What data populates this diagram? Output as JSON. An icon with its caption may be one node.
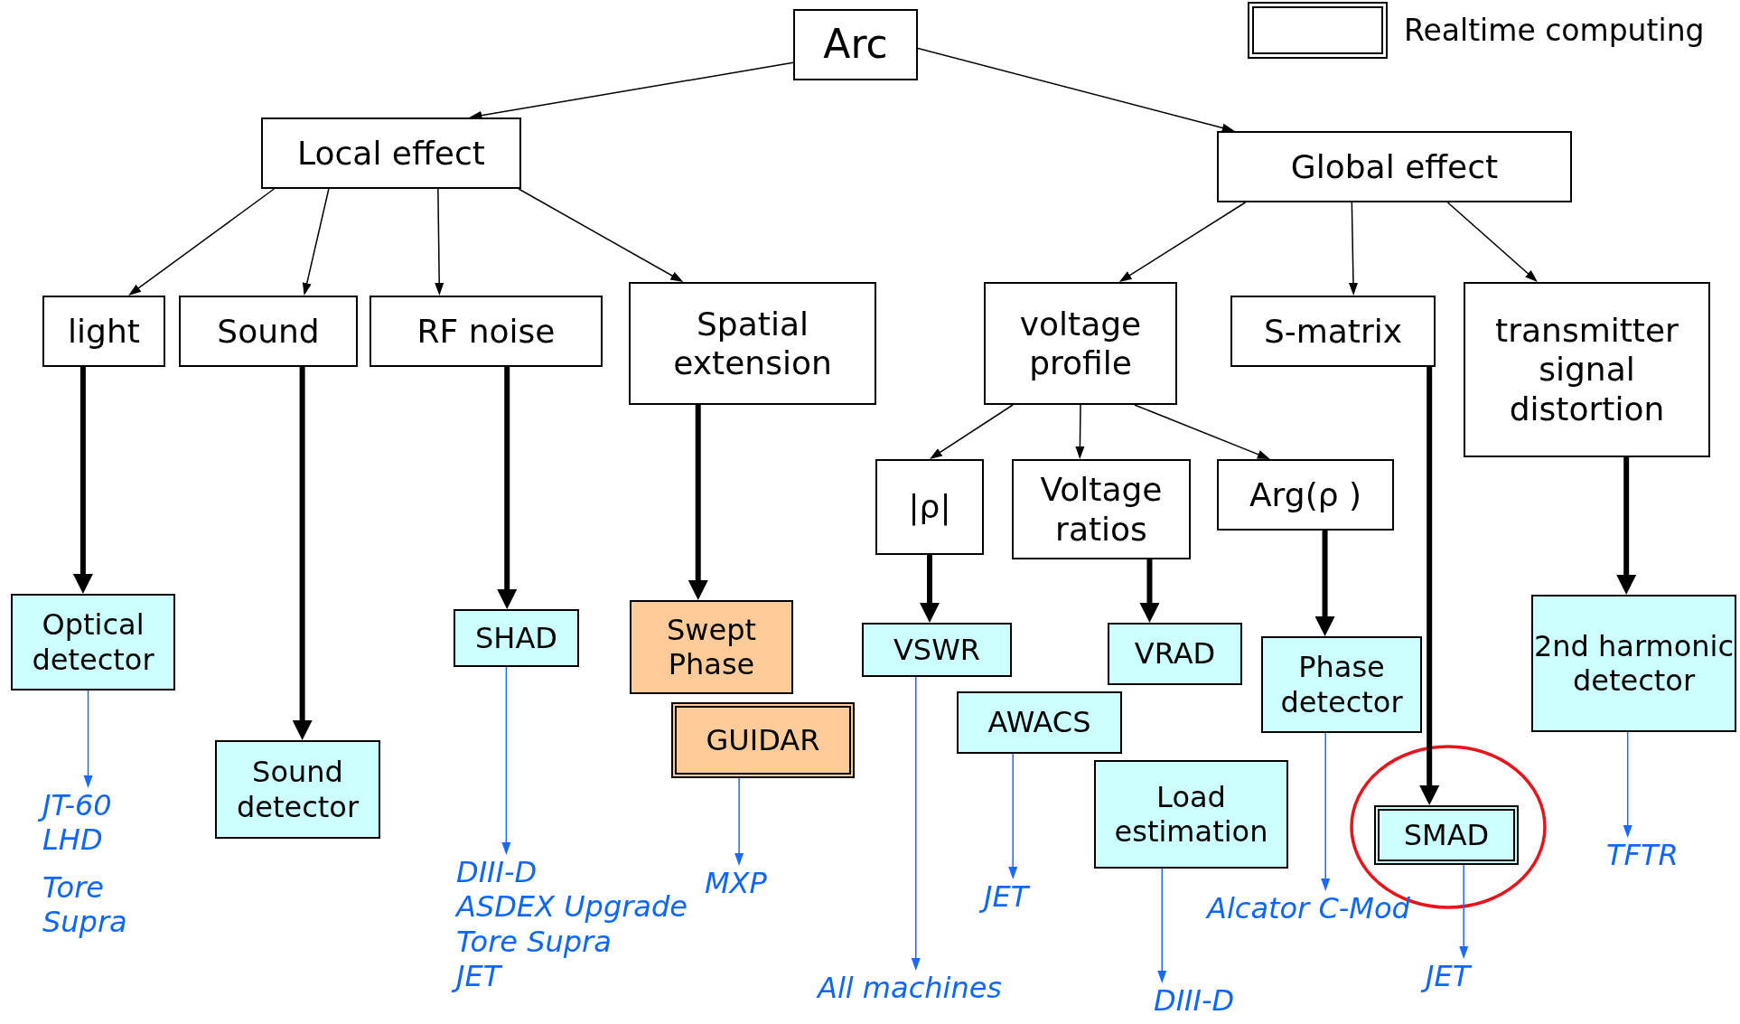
{
  "diagram": {
    "nodes": [
      {
        "text": [
          "Arc"
        ]
      },
      {
        "text": [
          "Local effect"
        ]
      },
      {
        "text": [
          "Global effect"
        ]
      },
      {
        "text": [
          "light"
        ]
      },
      {
        "text": [
          "Sound"
        ]
      },
      {
        "text": [
          "RF noise"
        ]
      },
      {
        "text": [
          "Spatial extension"
        ]
      },
      {
        "text": [
          "voltage profile"
        ]
      },
      {
        "text": [
          "S-matrix"
        ]
      },
      {
        "text": [
          "transmitter signal distortion"
        ]
      },
      {
        "text": [
          "|ρ|"
        ]
      },
      {
        "text": [
          "Voltage ratios"
        ]
      },
      {
        "text": [
          "Arg(ρ )"
        ]
      },
      {
        "text": [
          "Optical detector"
        ]
      },
      {
        "text": [
          "Sound detector"
        ]
      },
      {
        "text": [
          "SHAD"
        ]
      },
      {
        "text": [
          "Swept Phase"
        ]
      },
      {
        "text": [
          "GUIDAR"
        ]
      },
      {
        "text": [
          "VSWR"
        ]
      },
      {
        "text": [
          "AWACS"
        ]
      },
      {
        "text": [
          "VRAD"
        ]
      },
      {
        "text": [
          "Load estimation"
        ]
      },
      {
        "text": [
          "Phase detector"
        ]
      },
      {
        "text": [
          "SMAD"
        ]
      },
      {
        "text": [
          "2nd harmonic detector"
        ]
      },
      {
        "text": [
          "JT-60 LHD",
          "Tore Supra"
        ]
      },
      {
        "text": [
          "DIII-D",
          "ASDEX Upgrade",
          "Tore Supra",
          "JET"
        ]
      },
      {
        "text": [
          "MXP"
        ]
      },
      {
        "text": [
          "All machines"
        ]
      },
      {
        "text": [
          "JET"
        ]
      },
      {
        "text": [
          "DIII-D"
        ]
      },
      {
        "text": [
          "Alcator C-Mod"
        ]
      },
      {
        "text": [
          "JET"
        ]
      },
      {
        "text": [
          "TFTR"
        ]
      }
    ],
    "edges": [
      {
        "from": 0,
        "to": 1,
        "arrow": "to"
      },
      {
        "from": 0,
        "to": 2,
        "arrow": "to"
      },
      {
        "from": 1,
        "to": 3,
        "arrow": "to"
      },
      {
        "from": 1,
        "to": 4,
        "arrow": "to"
      },
      {
        "from": 1,
        "to": 5,
        "arrow": "to"
      },
      {
        "from": 1,
        "to": 6,
        "arrow": "to"
      },
      {
        "from": 2,
        "to": 7,
        "arrow": "to"
      },
      {
        "from": 2,
        "to": 8,
        "arrow": "to"
      },
      {
        "from": 2,
        "to": 9,
        "arrow": "to"
      },
      {
        "from": 7,
        "to": 10,
        "arrow": "to"
      },
      {
        "from": 7,
        "to": 11,
        "arrow": "to"
      },
      {
        "from": 7,
        "to": 12,
        "arrow": "to"
      },
      {
        "from": 3,
        "to": 13,
        "arrow": "to",
        "style": "thick"
      },
      {
        "from": 4,
        "to": 14,
        "arrow": "to",
        "style": "thick"
      },
      {
        "from": 5,
        "to": 15,
        "arrow": "to",
        "style": "thick"
      },
      {
        "from": 6,
        "to": 16,
        "arrow": "to",
        "style": "thick"
      },
      {
        "from": 10,
        "to": 18,
        "arrow": "to",
        "style": "thick"
      },
      {
        "from": 11,
        "to": 20,
        "arrow": "to",
        "style": "thick"
      },
      {
        "from": 12,
        "to": 22,
        "arrow": "to",
        "style": "thick"
      },
      {
        "from": 8,
        "to": 23,
        "arrow": "to",
        "style": "thick"
      },
      {
        "from": 9,
        "to": 24,
        "arrow": "to",
        "style": "thick"
      },
      {
        "from": 13,
        "to": 25,
        "arrow": "to",
        "color": "#1a6aff"
      },
      {
        "from": 15,
        "to": 26,
        "arrow": "to",
        "color": "#1a6aff"
      },
      {
        "from": 17,
        "to": 27,
        "arrow": "to",
        "color": "#1a6aff"
      },
      {
        "from": 18,
        "to": 28,
        "arrow": "to",
        "color": "#1a6aff"
      },
      {
        "from": 19,
        "to": 29,
        "arrow": "to",
        "color": "#1a6aff"
      },
      {
        "from": 21,
        "to": 30,
        "arrow": "to",
        "color": "#1a6aff"
      },
      {
        "from": 22,
        "to": 31,
        "arrow": "to",
        "color": "#1a6aff"
      },
      {
        "from": 23,
        "to": 32,
        "arrow": "to",
        "color": "#1a6aff"
      },
      {
        "from": 24,
        "to": 33,
        "arrow": "to",
        "color": "#1a6aff"
      }
    ],
    "legend": [
      {
        "text": "Realtime computing"
      }
    ]
  }
}
